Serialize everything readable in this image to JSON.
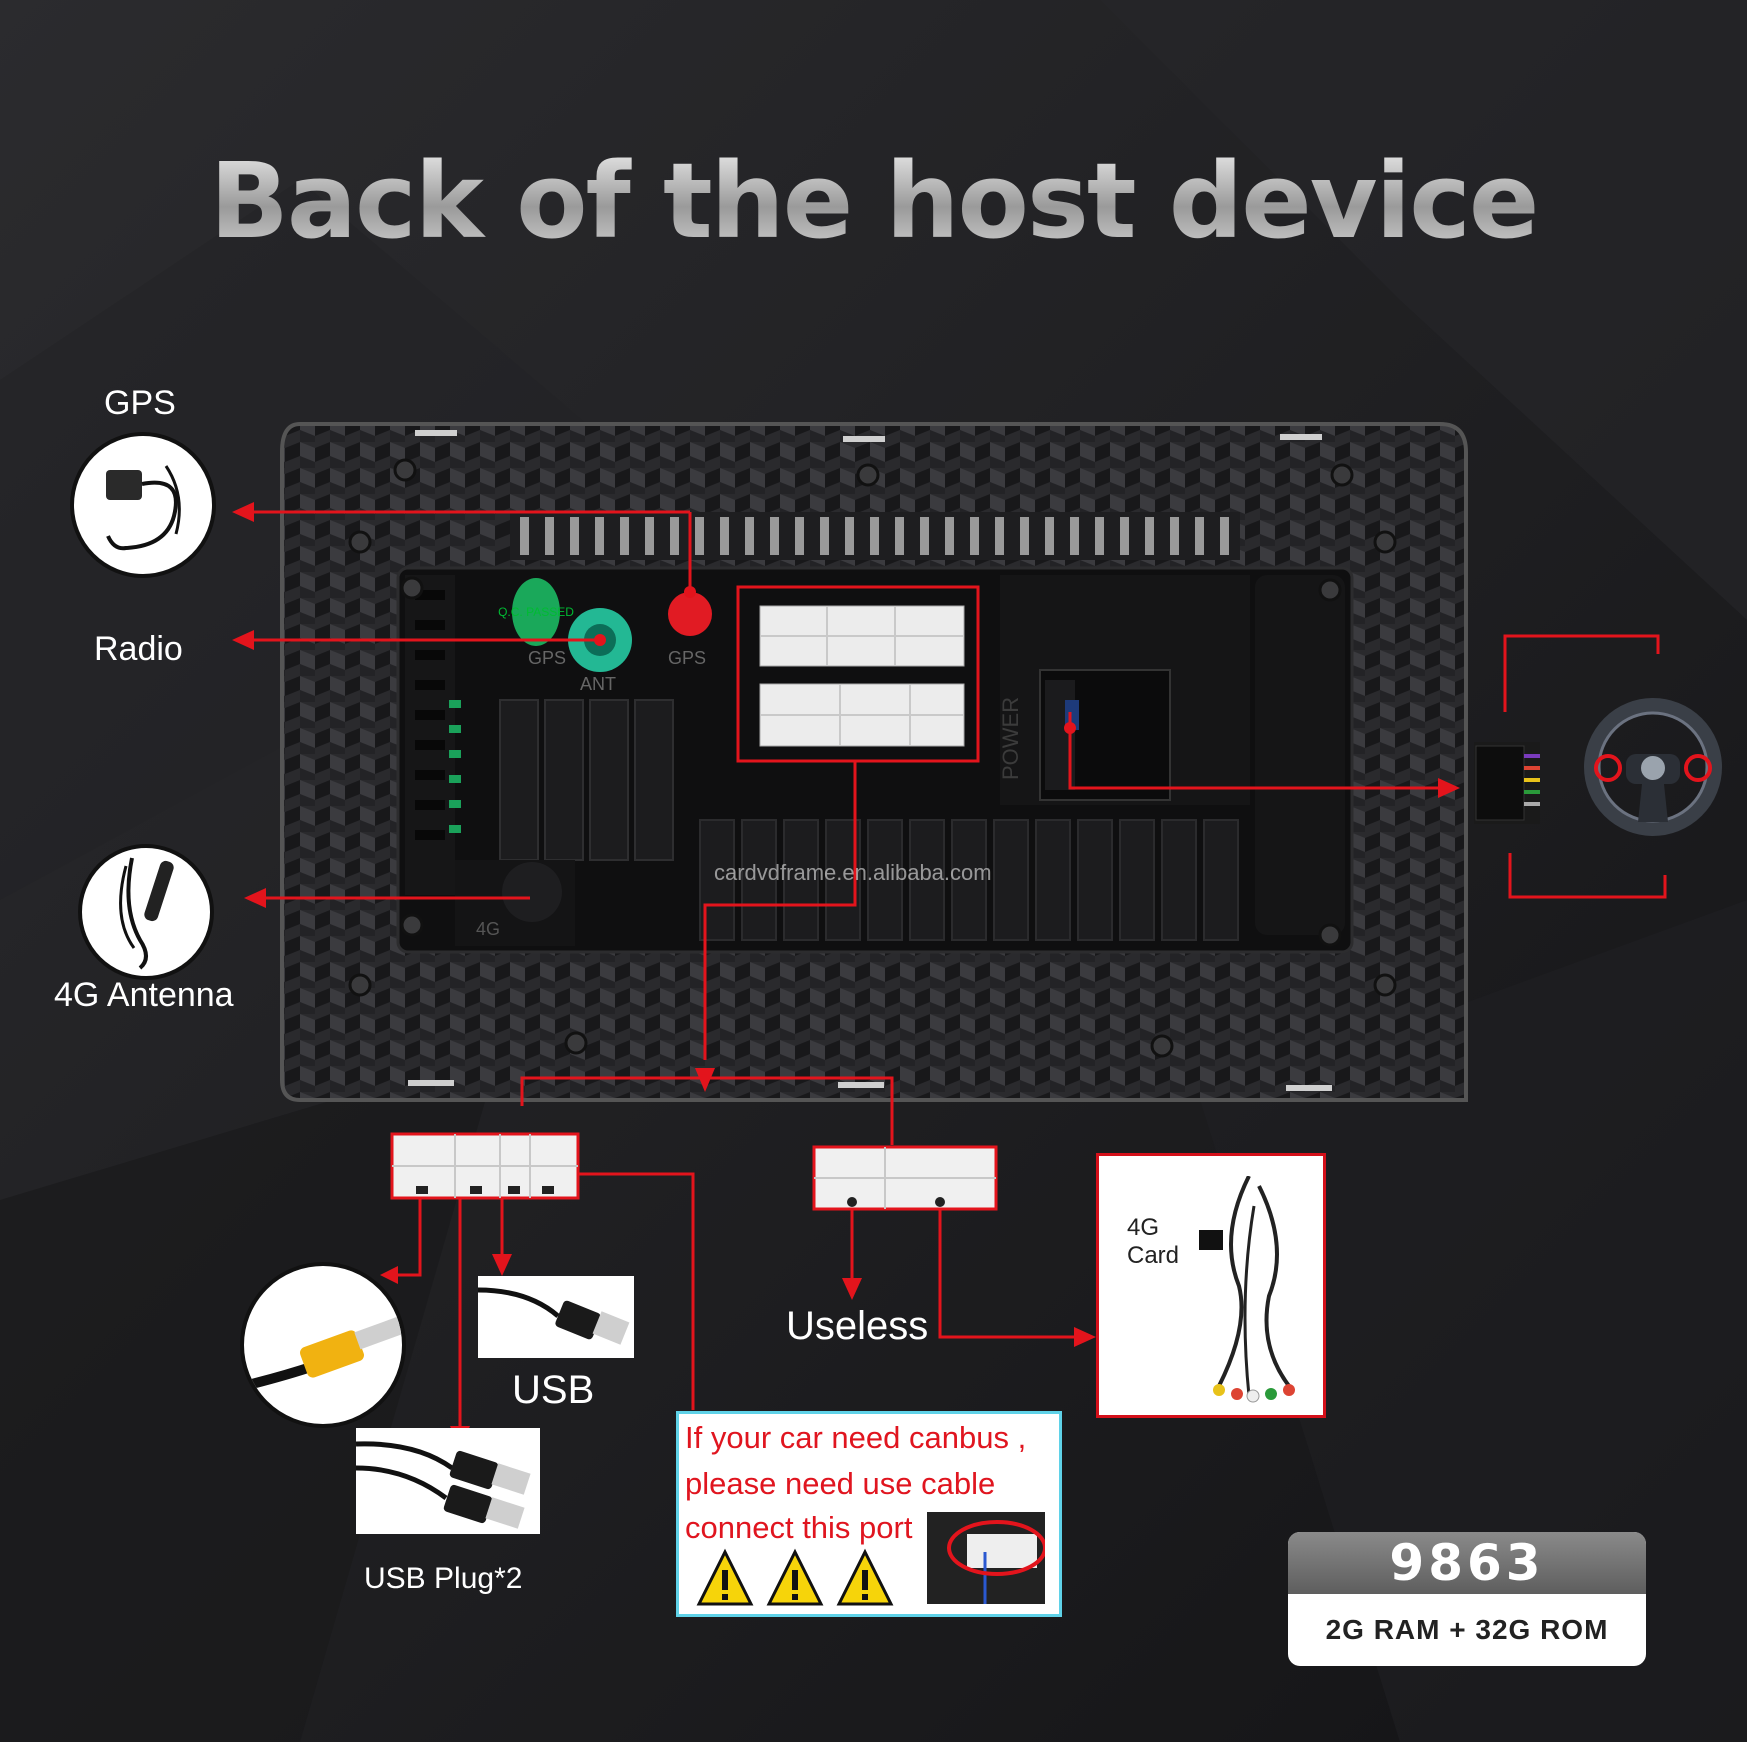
{
  "title": "Back of the host device",
  "labels": {
    "gps": "GPS",
    "radio": "Radio",
    "antenna_4g": "4G Antenna",
    "usb": "USB",
    "usb_plug": "USB Plug*2",
    "useless": "Useless",
    "card_4g_line1": "4G",
    "card_4g_line2": "Card"
  },
  "device_markings": {
    "qc": "Q.C. PASSED",
    "gps_port_1": "GPS",
    "ant_port": "ANT",
    "gps_port_2": "GPS",
    "power": "POWER",
    "port_4g": "4G"
  },
  "watermark": "cardvdframe.en.alibaba.com",
  "canbus_note": {
    "line1": "If your car need canbus ,",
    "line2": "please need use cable",
    "line3": "connect this port"
  },
  "spec": {
    "model": "9863",
    "memory": "2G RAM  +  32G ROM"
  },
  "colors": {
    "arrow": "#e3141c",
    "background": "#1c1c1e",
    "note_border": "#5fd2e8",
    "warning": "#f6d40a"
  },
  "icons": [
    "gps-antenna-icon",
    "am-fm-antenna-icon",
    "4g-antenna-icon",
    "rca-camera-plug-icon",
    "usb-cable-icon",
    "dual-usb-cable-icon",
    "steering-wheel-icon",
    "warning-icon"
  ]
}
